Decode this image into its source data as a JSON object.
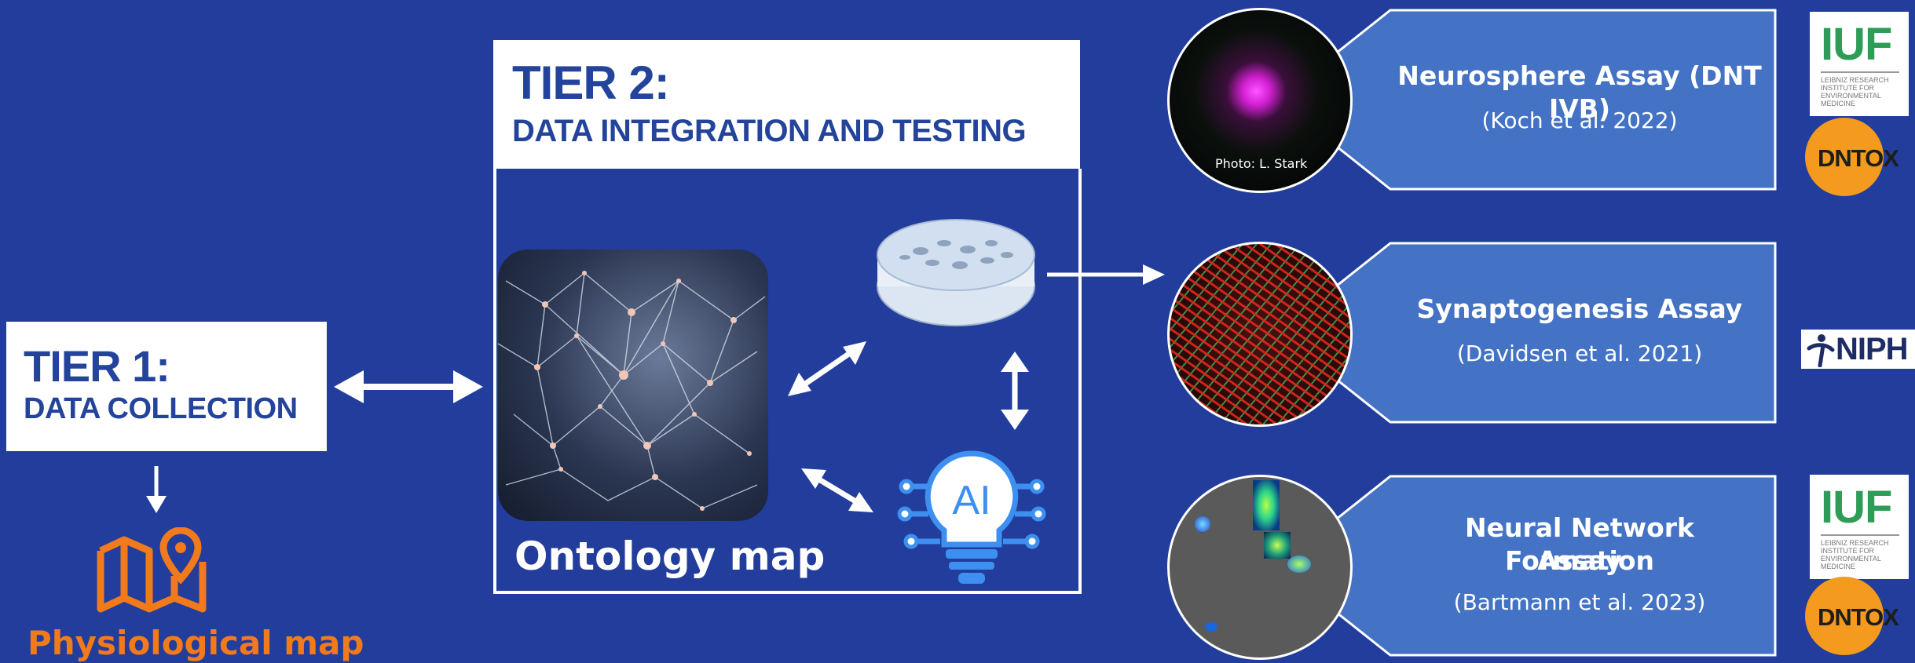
{
  "tier1": {
    "title": "TIER 1:",
    "subtitle": "DATA COLLECTION"
  },
  "tier2": {
    "title": "TIER 2:",
    "subtitle": "DATA INTEGRATION AND TESTING"
  },
  "ontology_label": "Ontology map",
  "physiological_label": "Physiological map",
  "ai_label": "AI",
  "assays": [
    {
      "title": "Neurosphere Assay (DNT IVB)",
      "ref": "(Koch et al. 2022)",
      "photo_credit": "Photo: L. Stark",
      "logos": [
        "IUF",
        "DNTOX"
      ]
    },
    {
      "title": "Synaptogenesis Assay",
      "ref": "(Davidsen et al. 2021)",
      "logos": [
        "NIPH"
      ]
    },
    {
      "title_line1": "Neural Network Formation",
      "title_line2": "Assay",
      "ref": "(Bartmann et al. 2023)",
      "logos": [
        "IUF",
        "DNTOX"
      ]
    }
  ],
  "logos": {
    "iuf": "IUF",
    "iuf_sub": "LEIBNIZ RESEARCH INSTITUTE FOR ENVIRONMENTAL MEDICINE",
    "dntox": "DNTOX",
    "niph": "NIPH"
  },
  "colors": {
    "background": "#223d9c",
    "panel": "#4472c4",
    "accent_orange": "#f07a1c",
    "tier_text": "#23449a"
  }
}
